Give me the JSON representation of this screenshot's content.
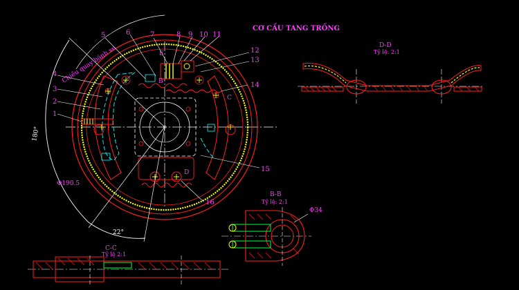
{
  "title": "CƠ CẤU TANG TRỐNG",
  "part_numbers": [
    "1",
    "2",
    "3",
    "4",
    "5",
    "6",
    "7",
    "8",
    "9",
    "10",
    "11",
    "12",
    "13",
    "14",
    "15",
    "16"
  ],
  "section_letters": {
    "e": "E",
    "b": "B",
    "c": "C",
    "d": "D"
  },
  "dimensions": {
    "arc_label": "Chiều quay bánh xe",
    "angle_main": "180°",
    "angle_small": "22°",
    "diameter_drum": "Φ190.5",
    "diameter_b": "Φ34"
  },
  "views": {
    "dd": {
      "name": "D-D",
      "scale": "Tỷ lệ: 2:1"
    },
    "bb": {
      "name": "B-B",
      "scale": "Tỷ lệ: 2:1"
    },
    "cc": {
      "name": "C-C",
      "scale": "Tỷ lệ 2:1"
    }
  },
  "colors": {
    "background": "#000000",
    "labels": "#ff3cff",
    "drum": "#ff2020",
    "lining": "#ffff00",
    "center": "#ffffff"
  }
}
